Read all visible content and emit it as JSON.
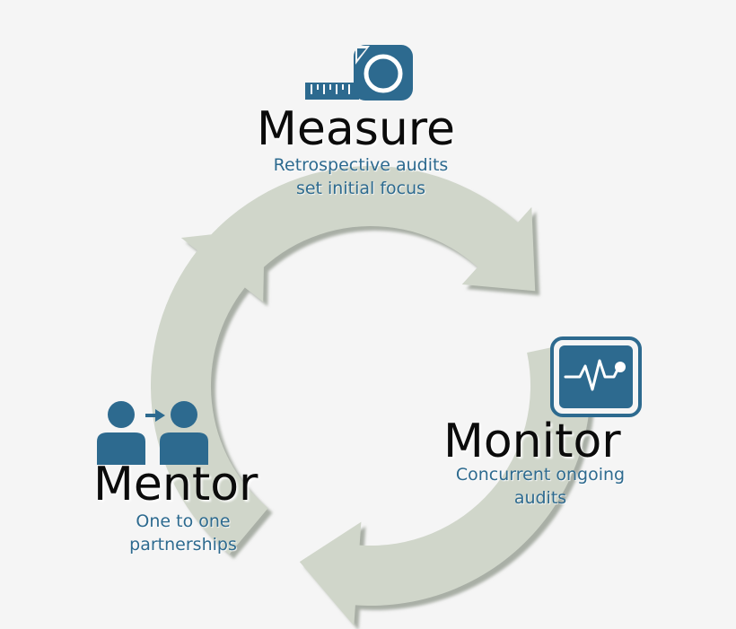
{
  "colors": {
    "background": "#f5f5f5",
    "arrow_fill": "#d0d6ca",
    "arrow_shadow": "#a9afa6",
    "accent": "#2d6a8f",
    "title_text": "#0b0b0b"
  },
  "stages": {
    "measure": {
      "title": "Measure",
      "subtitle_line1": "Retrospective audits",
      "subtitle_line2": "set initial focus",
      "icon": "tape-measure-icon"
    },
    "monitor": {
      "title": "Monitor",
      "subtitle_line1": "Concurrent ongoing",
      "subtitle_line2": "audits",
      "icon": "heart-monitor-icon"
    },
    "mentor": {
      "title": "Mentor",
      "subtitle_line1": "One to one",
      "subtitle_line2": "partnerships",
      "icon": "mentor-people-icon"
    }
  }
}
